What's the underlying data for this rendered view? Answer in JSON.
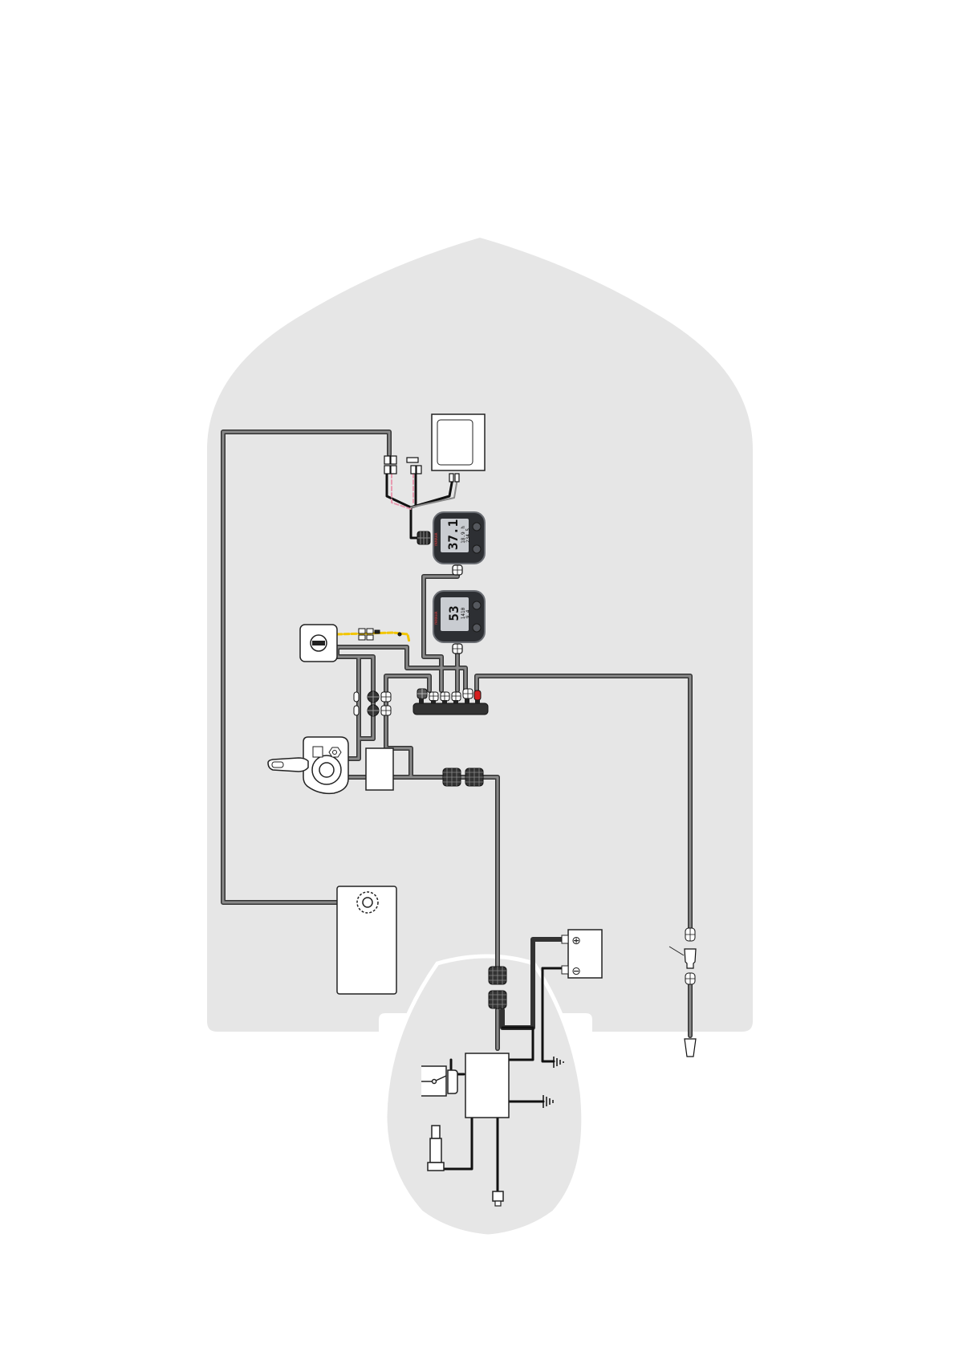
{
  "colors": {
    "hull": "#e6e6e6",
    "wire": "#6f6f6f",
    "wire_edge": "#333333",
    "wire_black": "#111111",
    "wire_pink": "#e89ab0",
    "wire_yellow": "#f2c500",
    "wire_red": "#d62020",
    "gauge_body": "#2d2f33",
    "gauge_screen": "#c9ccd1",
    "component_fill": "#ffffff"
  },
  "gauges": [
    {
      "main": "37.1",
      "line1": "18.9 h",
      "line2": "234.5",
      "brand": "YAMAHA"
    },
    {
      "main": "53",
      "line1": "1410",
      "line2": "9.4",
      "brand": "YAMAHA"
    }
  ],
  "battery": {
    "positive": "⊕",
    "negative": "⊖"
  },
  "icons": [
    "ground-icon",
    "key-switch-icon",
    "battery-icon",
    "fuel-sender-icon",
    "remote-control-icon",
    "fuse-icon"
  ]
}
